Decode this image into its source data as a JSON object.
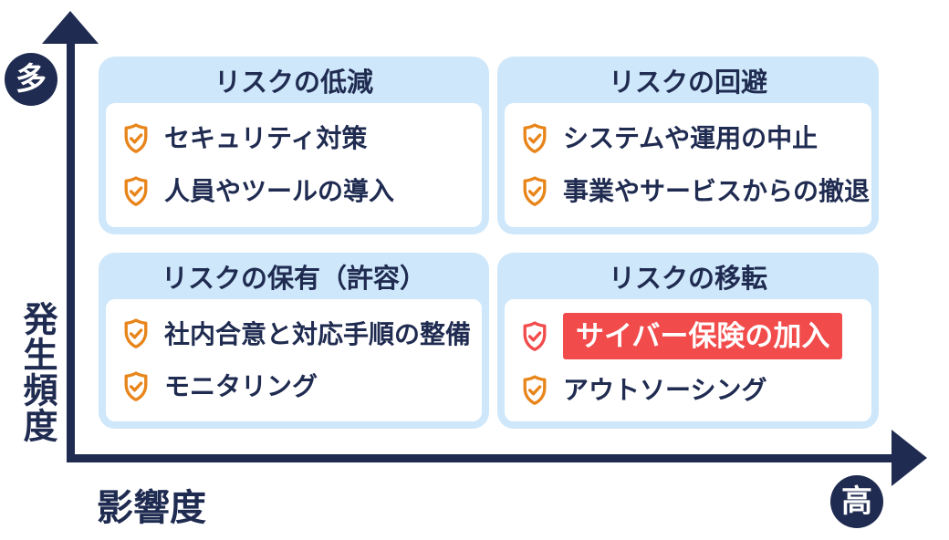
{
  "diagram": {
    "axes": {
      "y": {
        "label": "発生頻度",
        "max_label": "多"
      },
      "x": {
        "label": "影響度",
        "max_label": "高"
      }
    },
    "quadrants": [
      {
        "position": "top-left",
        "title": "リスクの低減",
        "items": [
          {
            "text": "セキュリティ対策",
            "highlight": false
          },
          {
            "text": "人員やツールの導入",
            "highlight": false
          }
        ]
      },
      {
        "position": "top-right",
        "title": "リスクの回避",
        "items": [
          {
            "text": "システムや運用の中止",
            "highlight": false
          },
          {
            "text": "事業やサービスからの撤退",
            "highlight": false
          }
        ]
      },
      {
        "position": "bottom-left",
        "title": "リスクの保有（許容）",
        "items": [
          {
            "text": "社内合意と対応手順の整備",
            "highlight": false
          },
          {
            "text": "モニタリング",
            "highlight": false
          }
        ]
      },
      {
        "position": "bottom-right",
        "title": "リスクの移転",
        "items": [
          {
            "text": "サイバー保険の加入",
            "highlight": true
          },
          {
            "text": "アウトソーシング",
            "highlight": false
          }
        ]
      }
    ],
    "icons": {
      "item_icon": "shield-check-icon"
    },
    "colors": {
      "navy": "#1f2b50",
      "card_background": "#cee7fa",
      "card_body_background": "#ffffff",
      "shield_orange": "#e8851a",
      "highlight_red": "#f24b4b",
      "highlight_text": "#ffffff",
      "badge_background": "#1f2b50",
      "badge_text": "#ffffff"
    }
  }
}
